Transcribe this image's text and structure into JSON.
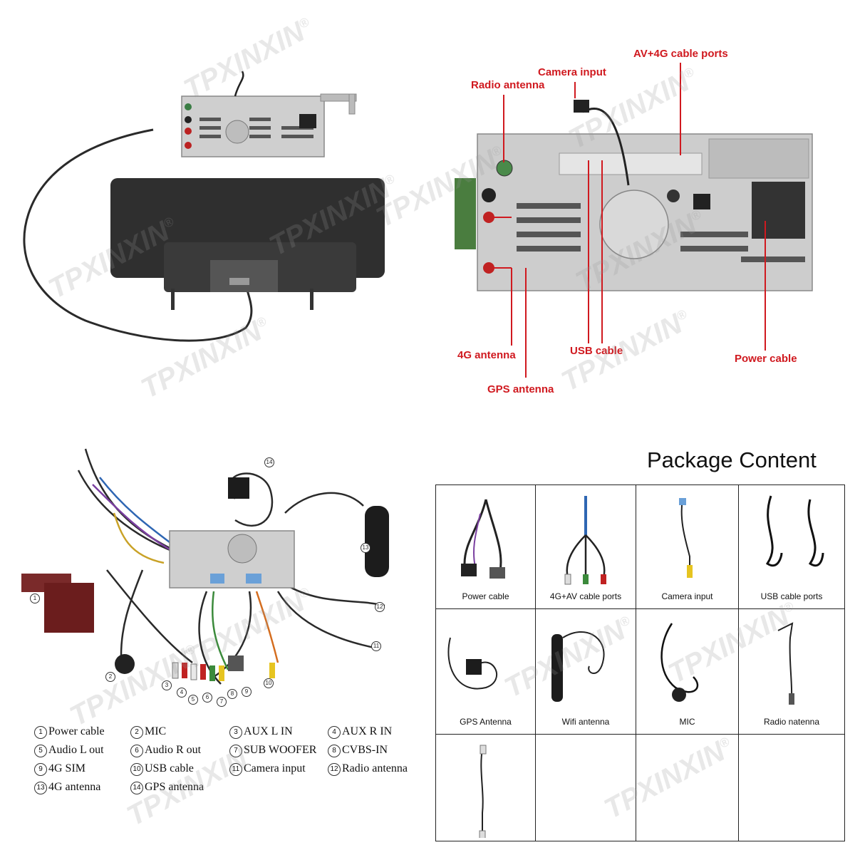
{
  "watermark": {
    "brand": "TPXINXIN",
    "mark": "®"
  },
  "top_right_labels": {
    "av_4g": "AV+4G cable ports",
    "camera_input": "Camera input",
    "radio_antenna": "Radio antenna",
    "antenna_4g": "4G antenna",
    "usb_cable": "USB cable",
    "power_cable": "Power cable",
    "gps_antenna": "GPS antenna"
  },
  "package": {
    "title": "Package Content",
    "items": [
      {
        "label": "Power cable",
        "icon": "power-cable-harness-icon"
      },
      {
        "label": "4G+AV cable ports",
        "icon": "av-4g-cable-icon"
      },
      {
        "label": "Camera input",
        "icon": "camera-input-cable-icon"
      },
      {
        "label": "USB cable ports",
        "icon": "usb-cable-icon"
      },
      {
        "label": "GPS Antenna",
        "icon": "gps-antenna-icon"
      },
      {
        "label": "Wifi antenna",
        "icon": "wifi-antenna-icon"
      },
      {
        "label": "MIC",
        "icon": "microphone-icon"
      },
      {
        "label": "Radio natenna",
        "icon": "radio-antenna-adapter-icon"
      },
      {
        "label": "",
        "icon": "extension-cable-icon"
      },
      {
        "label": "",
        "icon": ""
      },
      {
        "label": "",
        "icon": ""
      },
      {
        "label": "",
        "icon": ""
      }
    ]
  },
  "legend": [
    {
      "num": "1",
      "text": "Power cable"
    },
    {
      "num": "2",
      "text": "MIC"
    },
    {
      "num": "3",
      "text": "AUX L IN"
    },
    {
      "num": "4",
      "text": "AUX R IN"
    },
    {
      "num": "5",
      "text": "Audio L out"
    },
    {
      "num": "6",
      "text": "Audio R out"
    },
    {
      "num": "7",
      "text": "SUB WOOFER"
    },
    {
      "num": "8",
      "text": "CVBS-IN"
    },
    {
      "num": "9",
      "text": "4G SIM"
    },
    {
      "num": "10",
      "text": "USB cable"
    },
    {
      "num": "11",
      "text": "Camera input"
    },
    {
      "num": "12",
      "text": "Radio antenna"
    },
    {
      "num": "13",
      "text": "4G antenna"
    },
    {
      "num": "14",
      "text": "GPS antenna"
    }
  ],
  "colors": {
    "label_red": "#d0191f",
    "metal": "#c9c9c9",
    "screen": "#2e2e2e"
  }
}
